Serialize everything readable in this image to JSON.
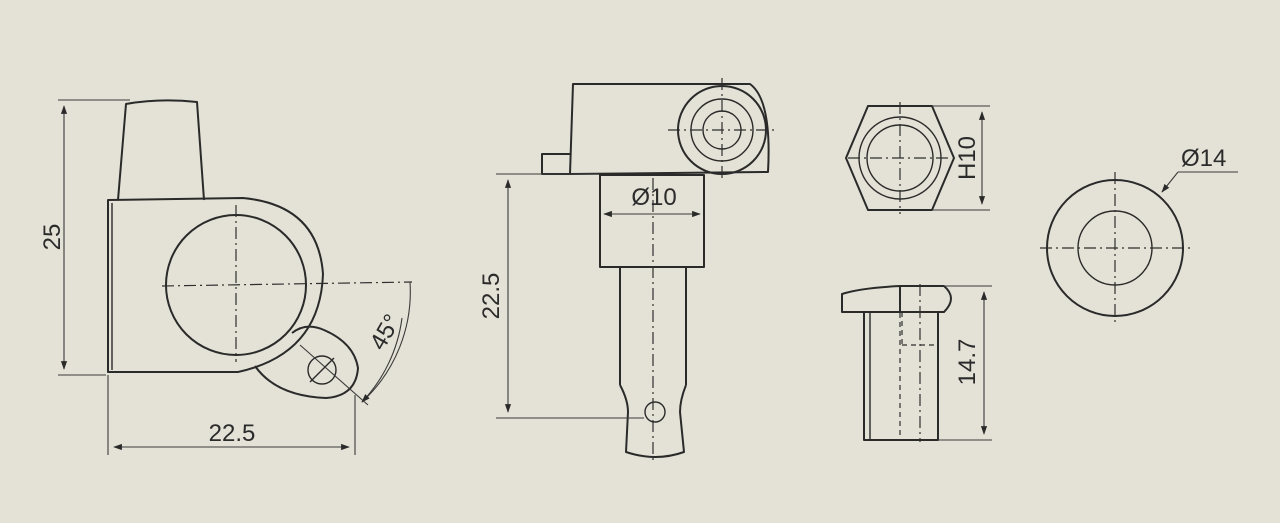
{
  "dimensions": {
    "side_height": "25",
    "side_width": "22.5",
    "angle": "45°",
    "post_length": "22.5",
    "post_diameter": "Ø10",
    "hex_size": "H10",
    "bushing_length": "14.7",
    "washer_diameter": "Ø14"
  },
  "colors": {
    "paper": "#e4e2d6",
    "ink": "#2a2a2a"
  }
}
